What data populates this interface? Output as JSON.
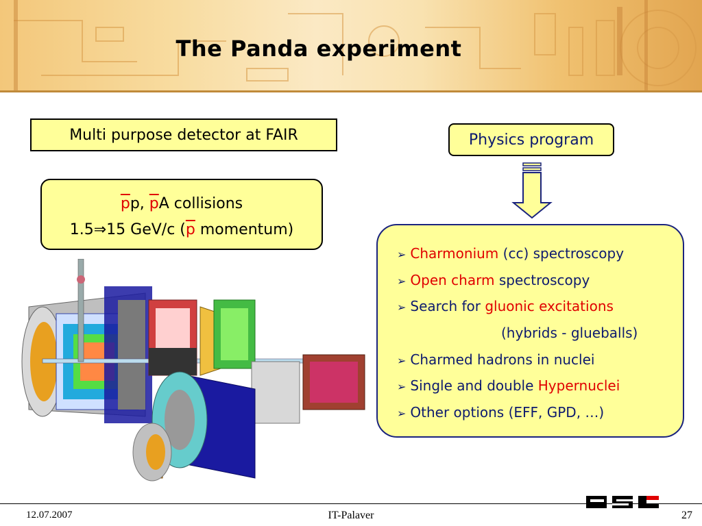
{
  "slide": {
    "title": "The Panda experiment",
    "fair_box": "Multi purpose detector at FAIR",
    "physics_box": "Physics program",
    "collisions": {
      "line1_p1": "p",
      "line1_mid": "p, ",
      "line1_p2": "p",
      "line1_end": "A collisions",
      "line2_start": "1.5",
      "line2_arrow": "⇒",
      "line2_mid": "15 GeV/c (",
      "line2_p": "p",
      "line2_end": " momentum)"
    },
    "program": [
      {
        "red": "Charmonium",
        "rest": " (cc) spectroscopy",
        "red_first": true
      },
      {
        "red": "Open charm",
        "rest": " spectroscopy",
        "red_first": true
      },
      {
        "pre": "Search for ",
        "red": "gluonic excitations"
      },
      {
        "plain": "(hybrids - glueballs)"
      },
      {
        "pre": "Charmed hadrons in nuclei"
      },
      {
        "pre": "Single and double ",
        "red": "Hypernuclei"
      },
      {
        "pre": "Other options (EFF, GPD, …)"
      }
    ]
  },
  "footer": {
    "date": "12.07.2007",
    "center": "IT-Palaver",
    "page": "27"
  },
  "logo": "GSI",
  "colors": {
    "box_fill": "#ffff99",
    "highlight": "#e00000",
    "text_blue": "#0d1a6e"
  }
}
